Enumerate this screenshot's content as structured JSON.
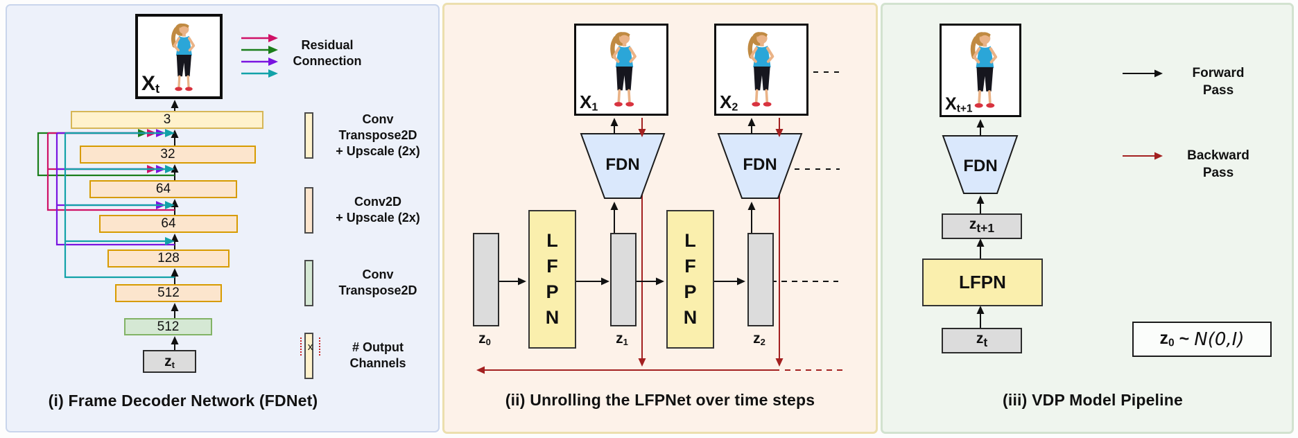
{
  "colors": {
    "residual_pink": "#cf1166",
    "residual_green": "#1a7e1a",
    "residual_purple": "#7a14e0",
    "residual_teal": "#12a2a8",
    "backward_red": "#a32020",
    "forward_black": "#111111",
    "panel1_bg": "#edf1fa",
    "panel2_bg": "#fdf2e9",
    "panel3_bg": "#eff5ee",
    "layer_yellow": "#fff2cc",
    "layer_peach": "#fce5cd",
    "layer_green": "#d5e8d4",
    "latent_gray": "#dcdcdc",
    "fdn_blue": "#dae8fc",
    "lfpn_yellow": "#faefad"
  },
  "panel1": {
    "caption": "(i) Frame Decoder Network (FDNet)",
    "frame": {
      "base": "X",
      "sub": "t"
    },
    "layers": [
      {
        "label": "3"
      },
      {
        "label": "32"
      },
      {
        "label": "64"
      },
      {
        "label": "64"
      },
      {
        "label": "128"
      },
      {
        "label": "512"
      },
      {
        "label": "512"
      },
      {
        "base": "z",
        "sub": "t"
      }
    ],
    "legend": {
      "residual": {
        "line1": "Residual",
        "line2": "Connection"
      },
      "convtrans_up": {
        "line1": "Conv",
        "line2": "Transpose2D",
        "line3": "+ Upscale (2x)"
      },
      "conv_up": {
        "line1": "Conv2D",
        "line2": "+ Upscale (2x)"
      },
      "convtrans": {
        "line1": "Conv",
        "line2": "Transpose2D"
      },
      "channels": {
        "line1": "# Output",
        "line2": "Channels",
        "icon_letter": "x"
      }
    }
  },
  "panel2": {
    "caption": "(ii) Unrolling the LFPNet over time steps",
    "frame1": {
      "base": "X",
      "sub": "1"
    },
    "frame2": {
      "base": "X",
      "sub": "2"
    },
    "fdn_label": "FDN",
    "lfpn_letters": [
      "L",
      "F",
      "P",
      "N"
    ],
    "z0": {
      "base": "z",
      "sub": "0"
    },
    "z1": {
      "base": "z",
      "sub": "1"
    },
    "z2": {
      "base": "z",
      "sub": "2"
    }
  },
  "panel3": {
    "caption": "(iii) VDP Model Pipeline",
    "frame": {
      "base": "X",
      "sub": "t+1"
    },
    "fdn_label": "FDN",
    "z_next": {
      "base": "z",
      "sub": "t+1"
    },
    "lfpn_label": "LFPN",
    "z_t": {
      "base": "z",
      "sub": "t"
    },
    "note": {
      "base": "z",
      "sub": "0",
      "tilde": "~",
      "dist": "N(0,I)"
    },
    "legend": {
      "forward": {
        "line1": "Forward",
        "line2": "Pass"
      },
      "backward": {
        "line1": "Backward",
        "line2": "Pass"
      }
    }
  }
}
